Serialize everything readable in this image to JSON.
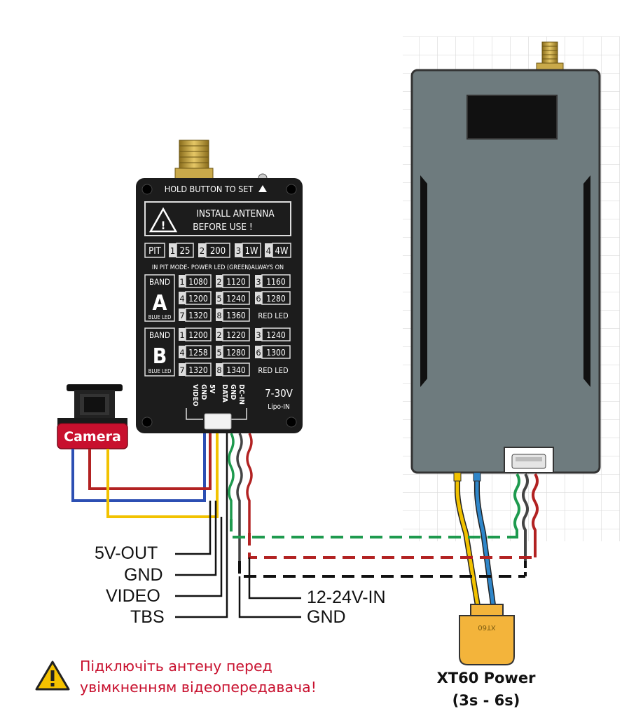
{
  "vtx": {
    "hold_button": "HOLD BUTTON TO SET",
    "warning_line1": "INSTALL ANTENNA",
    "warning_line2": "BEFORE USE !",
    "power_modes": [
      "PIT",
      "1",
      "25",
      "2",
      "200",
      "3",
      "1W",
      "4",
      "4W"
    ],
    "pit_note": "IN PIT MODE- POWER LED (GREEN)ALWAYS ON",
    "band_a": {
      "title": "BAND",
      "letter": "A",
      "led": "BLUE LED",
      "row1": [
        "1",
        "1080",
        "2",
        "1120",
        "3",
        "1160"
      ],
      "row2": [
        "4",
        "1200",
        "5",
        "1240",
        "6",
        "1280"
      ],
      "row3": [
        "7",
        "1320",
        "8",
        "1360"
      ],
      "side_led": "RED LED"
    },
    "band_b": {
      "title": "BAND",
      "letter": "B",
      "led": "BLUE LED",
      "row1": [
        "1",
        "1200",
        "2",
        "1220",
        "3",
        "1240"
      ],
      "row2": [
        "4",
        "1258",
        "5",
        "1280",
        "6",
        "1300"
      ],
      "row3": [
        "7",
        "1320",
        "8",
        "1340"
      ],
      "side_led": "RED LED"
    },
    "pins": [
      "VIDEO",
      "GND",
      "5V",
      "DATA",
      "GND",
      "DC-IN"
    ],
    "voltage": "7-30V",
    "voltage_sub": "Lipo-IN"
  },
  "camera_label": "Camera",
  "wire_labels_left": [
    "5V-OUT",
    "GND",
    "VIDEO",
    "TBS"
  ],
  "wire_labels_right": [
    "12-24V-IN",
    "GND"
  ],
  "connector_label": "XT60",
  "xt60_title": "XT60 Power",
  "xt60_subtitle": "(3s - 6s)",
  "warning_text_line1": "Підключіть   антену перед",
  "warning_text_line2": "увімкненням відеопередавача!",
  "colors": {
    "red": "#c8102e",
    "wire_red": "#b22222",
    "wire_blue": "#2c4fb3",
    "wire_yellow": "#f2c200",
    "wire_green": "#1e9a4e",
    "box_gray": "#6e7b7e",
    "vtx_black": "#1c1c1c",
    "xt60_yellow": "#f3b43b"
  }
}
